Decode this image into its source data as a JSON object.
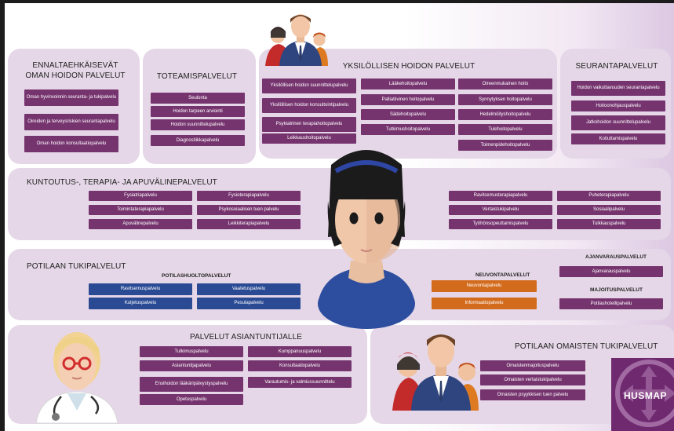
{
  "panels": {
    "ennalta": {
      "title": "ENNALTAEHKÄISEVÄT OMAN HOIDON PALVELUT",
      "items": [
        "Oman hyvinvoinnin seuranta- ja tukipalvelu",
        "Oireiden ja terveysriskien seurantapalvelu",
        "Oman hoidon konsultaatiopalvelu"
      ]
    },
    "toteamis": {
      "title": "TOTEAMISPALVELUT",
      "items": [
        "Seulonta",
        "Hoidon tarpeen arviointi",
        "Hoidon suunnittelupalvelu",
        "Diagnostiikkapalvelu"
      ]
    },
    "yksilollisen": {
      "title": "YKSILÖLLISEN HOIDON PALVELUT",
      "col1": [
        "Yksilöllisen hoidon suunnittelupalvelu",
        "Yksilöllisen hoidon konsultointipalvelu",
        "Psykiatrinen terapiahoitopalvelu",
        "Leikkaushoitopalvelu"
      ],
      "col2": [
        "Lääkehoitopalvelu",
        "Palliatiivinen hoitopalvelu",
        "Sädehoitopalvelu",
        "Tutkimushoitopalvelu"
      ],
      "col3": [
        "Oireenmukainen hoito",
        "Synnytyksen hoitopalvelu",
        "Hedelmöityshoitopalvelu",
        "Tukihoitopalvelu",
        "Toimenpidehoitopalvelu"
      ]
    },
    "seuranta": {
      "title": "SEURANTAPALVELUT",
      "items": [
        "Hoidon vaikuttavuuden seurantapalvelu",
        "Hoitoonohjauspalvelu",
        "Jatkohoidon suunnittelupalvelu",
        "Kotiuttamispalvelu"
      ]
    },
    "kuntoutus": {
      "title": "KUNTOUTUS-, TERAPIA- JA APUVÄLINEPALVELUT",
      "col1": [
        "Fysiatriapalvelu",
        "Toimintaterapiapalvelu",
        "Apuvälinepalvelu"
      ],
      "col2": [
        "Fysioterapiapalvelu",
        "Psykosoiaalisen tuen palvelu",
        "Leikkiterapiapalvelu"
      ],
      "col3": [
        "Ravitsemusterapiapalvelu",
        "Vertaistukipalvelu",
        "Työhönsopeuttamispalvelu"
      ],
      "col4": [
        "Puheterapiapalvelu",
        "Sosiaalipalvelu",
        "Tulkkauspalvelu"
      ]
    },
    "potilaan_tuki": {
      "title": "POTILAAN TUKIPALVELUT",
      "potilashuolto": {
        "label": "POTILASHUOLTOPALVELUT",
        "col1": [
          "Ravitsemuspalvelu",
          "Kuljetuspalvelu"
        ],
        "col2": [
          "Vaatetuspalvelu",
          "Pesulapalvelu"
        ]
      },
      "neuvonta": {
        "label": "NEUVONTAPALVELUT",
        "items": [
          "Neuvontapalvelu",
          "Informaatiopalvelu"
        ]
      },
      "ajanvaraus": {
        "label": "AJANVARAUSPALVELUT",
        "items": [
          "Ajanvarauspalvelu"
        ]
      },
      "majoitus": {
        "label": "MAJOITUSPALVELUT",
        "items": [
          "Potilashotellipalvelu"
        ]
      }
    },
    "asiantuntija": {
      "title": "PALVELUT ASIANTUNTIJALLE",
      "col1": [
        "Tutkimuspalvelu",
        "Asiantuntijapalvelu",
        "Ensihoidon lääkäripäivystyspalvelu",
        "Opetuspalvelu"
      ],
      "col2": [
        "Kumppanuuspalvelu",
        "Konsultaatiopalvelu",
        "Varautumis- ja valmiussuunnittelu"
      ]
    },
    "omaisten": {
      "title": "POTILAAN OMAISTEN TUKIPALVELUT",
      "items": [
        "Omaistenmajoituspalvelu",
        "Omaisten vertaistukipalvelu",
        "Omaisten psyykkisen tuen palvelu"
      ]
    }
  },
  "logo": {
    "text": "HUSMAP"
  },
  "icons": [
    "patient-avatar-icon",
    "people-group-icon",
    "doctor-avatar-icon"
  ],
  "colors": {
    "panel": "#e5d7e7",
    "purple_button": "#76346f",
    "blue_button": "#2a4a94",
    "orange_button": "#d36b1c",
    "logo_bg": "#6f2a6f"
  }
}
